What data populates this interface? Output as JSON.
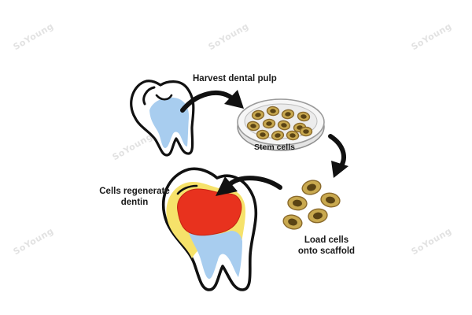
{
  "labels": {
    "harvest": "Harvest dental pulp",
    "stem_cells": "Stem cells",
    "regenerate_line1": "Cells regenerate",
    "regenerate_line2": "dentin",
    "load_line1": "Load cells",
    "load_line2": "onto scaffold"
  },
  "watermark": {
    "text": "SoYoung"
  },
  "colors": {
    "outline": "#111111",
    "pulp_blue": "#a8cdef",
    "scaffold_red": "#e8321e",
    "dentin_yellow": "#f6e26a",
    "cell_brown": "#8a6a2c",
    "cell_fill": "#c9a94f",
    "dish_gray": "#d8d8d8"
  },
  "icons": [
    "tooth-icon",
    "petri-dish-icon",
    "stem-cell-icon",
    "regenerated-tooth-icon",
    "curved-arrow-icon"
  ]
}
